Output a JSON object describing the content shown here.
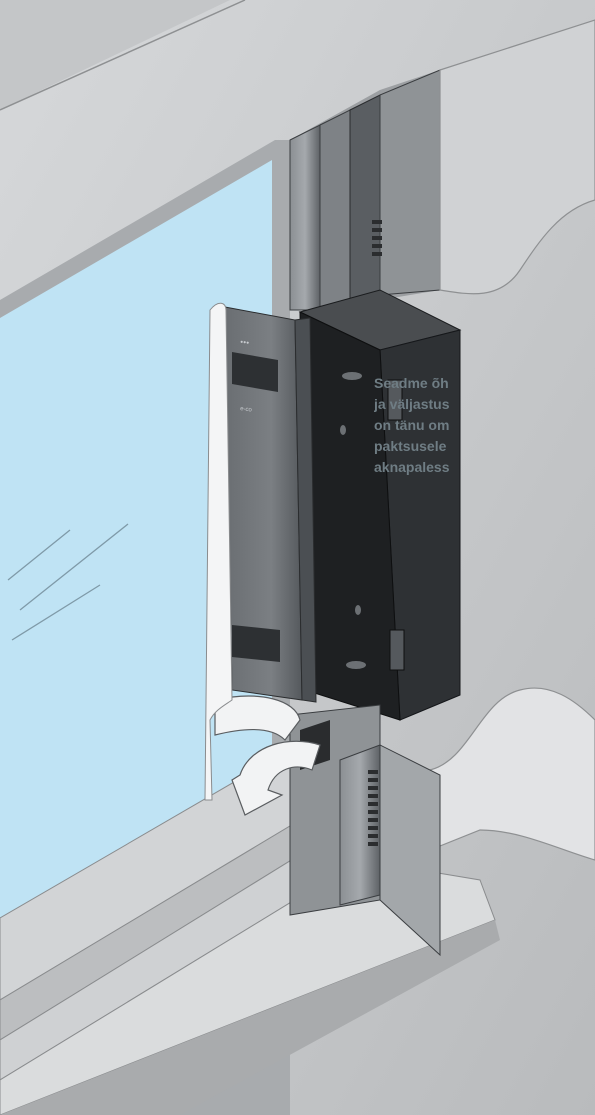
{
  "caption": {
    "lines": [
      "Seadme õh",
      "ja väljastus",
      "on tänu om",
      "paktsusele",
      "aknapaless"
    ]
  },
  "device": {
    "logo_mark": "●●●",
    "model_mark": "e-co"
  },
  "colors": {
    "background": "#c9cbcd",
    "glass": "#bfe3f4",
    "device_body": "#1e2022",
    "device_front": "#707478",
    "caption_text": "#6f7d84"
  }
}
